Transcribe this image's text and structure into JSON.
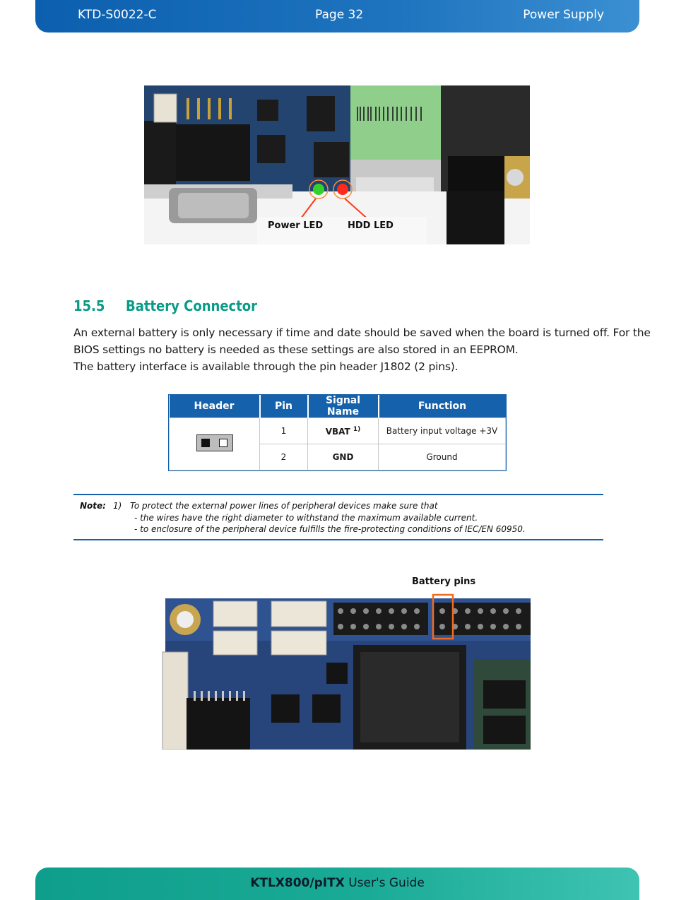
{
  "header": {
    "doc_id": "KTD-S0022-C",
    "page": "Page 32",
    "chapter": "Power Supply"
  },
  "figure_leds": {
    "label_power_led": "Power LED",
    "label_hdd_led": "HDD LED",
    "led_colors": {
      "power": "#34d12c",
      "hdd": "#ff2a1a"
    }
  },
  "section": {
    "number": "15.5",
    "title": "Battery Connector",
    "para1_line1": "An external battery is only necessary if time and date should be saved when the board is turned off. For the",
    "para1_line2": "BIOS settings no battery is needed as these settings are also stored in an EEPROM.",
    "para2": "The battery interface is available through the pin header J1802 (2 pins)."
  },
  "pin_table": {
    "headers": [
      "Header",
      "Pin",
      "Signal Name",
      "Function"
    ],
    "rows": [
      {
        "pin": "1",
        "signal": "VBAT",
        "footnote": "1)",
        "function": "Battery input voltage +3V"
      },
      {
        "pin": "2",
        "signal": "GND",
        "footnote": "",
        "function": "Ground"
      }
    ]
  },
  "note": {
    "label": "Note:",
    "number": "1)",
    "line1": "To protect the external power lines of peripheral devices make sure that",
    "line2": "- the wires have the right diameter to withstand the maximum available current.",
    "line3": "- to enclosure of the peripheral device fulfills the fire-protecting conditions of IEC/EN 60950."
  },
  "figure_battery": {
    "label": "Battery pins",
    "highlight_color": "#f26a21"
  },
  "footer": {
    "product": "KTLX800/pITX",
    "suffix": " User's Guide"
  },
  "colors": {
    "header_blue": "#1561ab",
    "section_teal": "#0a9b87",
    "footer_teal": "#1aab96"
  }
}
